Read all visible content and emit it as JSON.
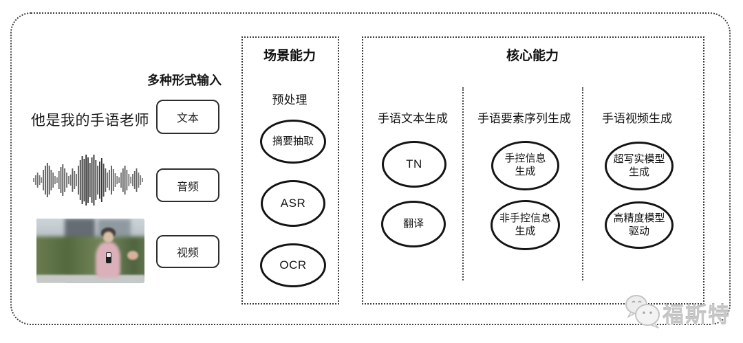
{
  "input_section": {
    "label": "多种形式输入",
    "text_example": "他是我的手语老师",
    "text_label": "文本",
    "audio_label": "音频",
    "video_label": "视频"
  },
  "scene_capability": {
    "title": "场景能力",
    "stage_label": "预处理",
    "nodes": [
      {
        "lines": [
          "摘要抽取"
        ]
      },
      {
        "lines": [
          "ASR"
        ]
      },
      {
        "lines": [
          "OCR"
        ]
      }
    ]
  },
  "core_capability": {
    "title": "核心能力",
    "columns": [
      {
        "header": "手语文本生成",
        "nodes": [
          {
            "lines": [
              "TN"
            ]
          },
          {
            "lines": [
              "翻译"
            ]
          }
        ]
      },
      {
        "header": "手语要素序列生成",
        "nodes": [
          {
            "lines": [
              "手控信息",
              "生成"
            ]
          },
          {
            "lines": [
              "非手控信息",
              "生成"
            ]
          }
        ]
      },
      {
        "header": "手语视频生成",
        "nodes": [
          {
            "lines": [
              "超写实模型",
              "生成"
            ]
          },
          {
            "lines": [
              "高精度模型",
              "驱动"
            ]
          }
        ]
      }
    ]
  },
  "watermark": {
    "text": "福斯特"
  },
  "colors": {
    "ink": "#141414",
    "panel_border": "#3c3c3c",
    "watermark": "#c7c7c7"
  }
}
